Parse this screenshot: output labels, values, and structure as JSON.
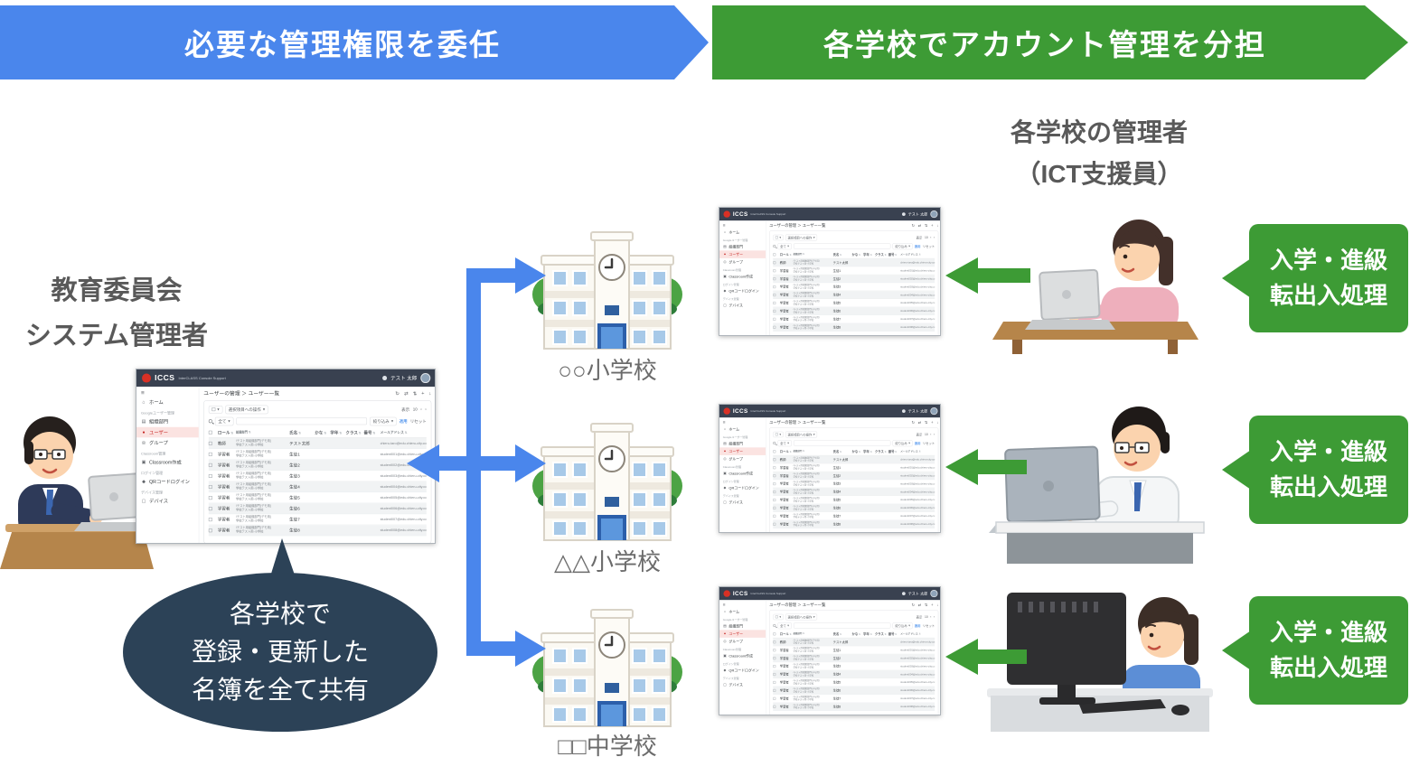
{
  "colors": {
    "blue": "#4a86ec",
    "green": "#3d9b35",
    "navy": "#2c4257",
    "gray_text": "#595959",
    "console_topbar": "#394150",
    "accent_red": "#d93025"
  },
  "banners": {
    "delegate": {
      "label": "必要な管理権限を委任"
    },
    "distribute": {
      "label": "各学校でアカウント管理を分担"
    }
  },
  "labels": {
    "admin_title_line1": "教育委員会",
    "admin_title_line2": "システム管理者",
    "school_admin_line1": "各学校の管理者",
    "school_admin_line2": "（ICT支援員）"
  },
  "bubble": {
    "lines": [
      "各学校で",
      "登録・更新した",
      "名簿を全て共有"
    ]
  },
  "schools": [
    {
      "name": "○○小学校"
    },
    {
      "name": "△△小学校"
    },
    {
      "name": "□□中学校"
    }
  ],
  "task_boxes": [
    {
      "line1": "入学・進級",
      "line2": "転出入処理"
    },
    {
      "line1": "入学・進級",
      "line2": "転出入処理"
    },
    {
      "line1": "入学・進級",
      "line2": "転出入処理"
    }
  ],
  "console_app": {
    "brand": "ICCS",
    "brand_sub": "InterCLASS Console Support",
    "notification_icon": "bell-icon",
    "user_name": "テスト 太郎",
    "menu_icon": "≡",
    "breadcrumb": "ユーザーの管理 ＞ ユーザー一覧",
    "toolbar_icons": [
      {
        "name": "refresh-icon",
        "glyph": "↻"
      },
      {
        "name": "swap-icon",
        "glyph": "⇄"
      },
      {
        "name": "sort-icon",
        "glyph": "⇅"
      },
      {
        "name": "add-icon",
        "glyph": "+"
      },
      {
        "name": "download-icon",
        "glyph": "↓"
      }
    ],
    "bulk_action": "選択項目への操作",
    "page_size_label": "表示",
    "page_size": "10",
    "prev_glyph": "‹",
    "next_glyph": "›",
    "search_scope": "全て",
    "filter_label": "絞り込み",
    "apply_label": "適用",
    "reset_label": "リセット",
    "dropdown_glyph": "▾",
    "sidebar": [
      {
        "section": "",
        "items": [
          {
            "icon": "home-icon",
            "glyph": "⌂",
            "label": "ホーム",
            "active": false
          }
        ]
      },
      {
        "section": "Googleユーザー管理",
        "items": [
          {
            "icon": "org-unit-icon",
            "glyph": "▤",
            "label": "組織部門",
            "active": false
          },
          {
            "icon": "user-icon",
            "glyph": "●",
            "label": "ユーザー",
            "active": true
          },
          {
            "icon": "group-icon",
            "glyph": "◎",
            "label": "グループ",
            "active": false
          }
        ]
      },
      {
        "section": "Classroom管理",
        "items": [
          {
            "icon": "classroom-icon",
            "glyph": "▣",
            "label": "Classroom作成",
            "active": false
          }
        ]
      },
      {
        "section": "ログイン管理",
        "items": [
          {
            "icon": "key-icon",
            "glyph": "◆",
            "label": "QRコードログイン",
            "active": false
          }
        ]
      },
      {
        "section": "デバイス管理",
        "items": [
          {
            "icon": "device-icon",
            "glyph": "▢",
            "label": "デバイス",
            "active": false
          }
        ]
      }
    ],
    "table": {
      "headers": [
        "ロール",
        "組織部門",
        "氏名",
        "かな",
        "学年",
        "クラス",
        "番号",
        "メールアドレス"
      ],
      "rows": [
        {
          "role": "教師",
          "org1": "/テスト用組織部門(デモ用)",
          "org2": "学校テスト用-小学校",
          "name": "テスト太郎",
          "kana": "",
          "grade": "",
          "class": "",
          "num": "",
          "email": "chieru-taro@edu.chieru-city.com"
        },
        {
          "role": "学習者",
          "org1": "/テスト用組織部門(デモ用)",
          "org2": "学校テスト用-小学校",
          "name": "生徒1",
          "kana": "",
          "grade": "",
          "class": "",
          "num": "",
          "email": "student001@edu.chieru-city.com"
        },
        {
          "role": "学習者",
          "org1": "/テスト用組織部門(デモ用)",
          "org2": "学校テスト用-小学校",
          "name": "生徒2",
          "kana": "",
          "grade": "",
          "class": "",
          "num": "",
          "email": "student002@edu.chieru-city.com"
        },
        {
          "role": "学習者",
          "org1": "/テスト用組織部門(デモ用)",
          "org2": "学校テスト用-小学校",
          "name": "生徒3",
          "kana": "",
          "grade": "",
          "class": "",
          "num": "",
          "email": "student003@edu.chieru-city.com"
        },
        {
          "role": "学習者",
          "org1": "/テスト用組織部門(デモ用)",
          "org2": "学校テスト用-小学校",
          "name": "生徒4",
          "kana": "",
          "grade": "",
          "class": "",
          "num": "",
          "email": "student004@edu.chieru-city.com"
        },
        {
          "role": "学習者",
          "org1": "/テスト用組織部門(デモ用)",
          "org2": "学校テスト用-小学校",
          "name": "生徒5",
          "kana": "",
          "grade": "",
          "class": "",
          "num": "",
          "email": "student005@edu.chieru-city.com"
        },
        {
          "role": "学習者",
          "org1": "/テスト用組織部門(デモ用)",
          "org2": "学校テスト用-小学校",
          "name": "生徒6",
          "kana": "",
          "grade": "",
          "class": "",
          "num": "",
          "email": "student006@edu.chieru-city.com"
        },
        {
          "role": "学習者",
          "org1": "/テスト用組織部門(デモ用)",
          "org2": "学校テスト用-小学校",
          "name": "生徒7",
          "kana": "",
          "grade": "",
          "class": "",
          "num": "",
          "email": "student007@edu.chieru-city.com"
        },
        {
          "role": "学習者",
          "org1": "/テスト用組織部門(デモ用)",
          "org2": "学校テスト用-小学校",
          "name": "生徒8",
          "kana": "",
          "grade": "",
          "class": "",
          "num": "",
          "email": "student008@edu.chieru-city.com"
        }
      ]
    }
  }
}
